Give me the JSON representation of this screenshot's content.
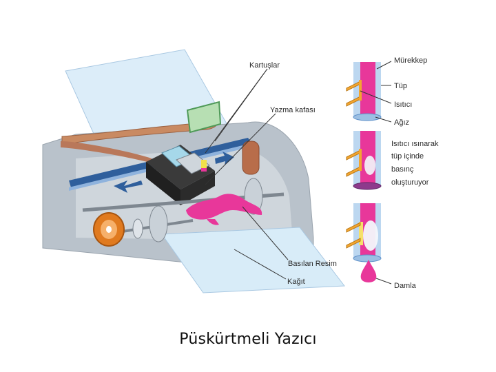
{
  "labels": {
    "cartridges": "Kartuşlar",
    "print_head": "Yazma kafası",
    "printed_image": "Basılan Resim",
    "paper": "Kağıt",
    "ink": "Mürekkep",
    "tube": "Tüp",
    "heater": "Isıtıcı",
    "nozzle": "Ağız",
    "heating_line1": "Isıtıcı ısınarak",
    "heating_line2": "tüp içinde",
    "heating_line3": "basınç",
    "heating_line4": "oluşturuyor",
    "drop": "Damla"
  },
  "caption": "Püskürtmeli Yazıcı",
  "colors": {
    "ink": "#e8379a",
    "tube": "#bcd7f0",
    "heater": "#f2a531",
    "housing": "#b9c2cb",
    "paper": "#d8ecf8",
    "cable": "#c98a62",
    "rail": "#2f5f9c"
  }
}
